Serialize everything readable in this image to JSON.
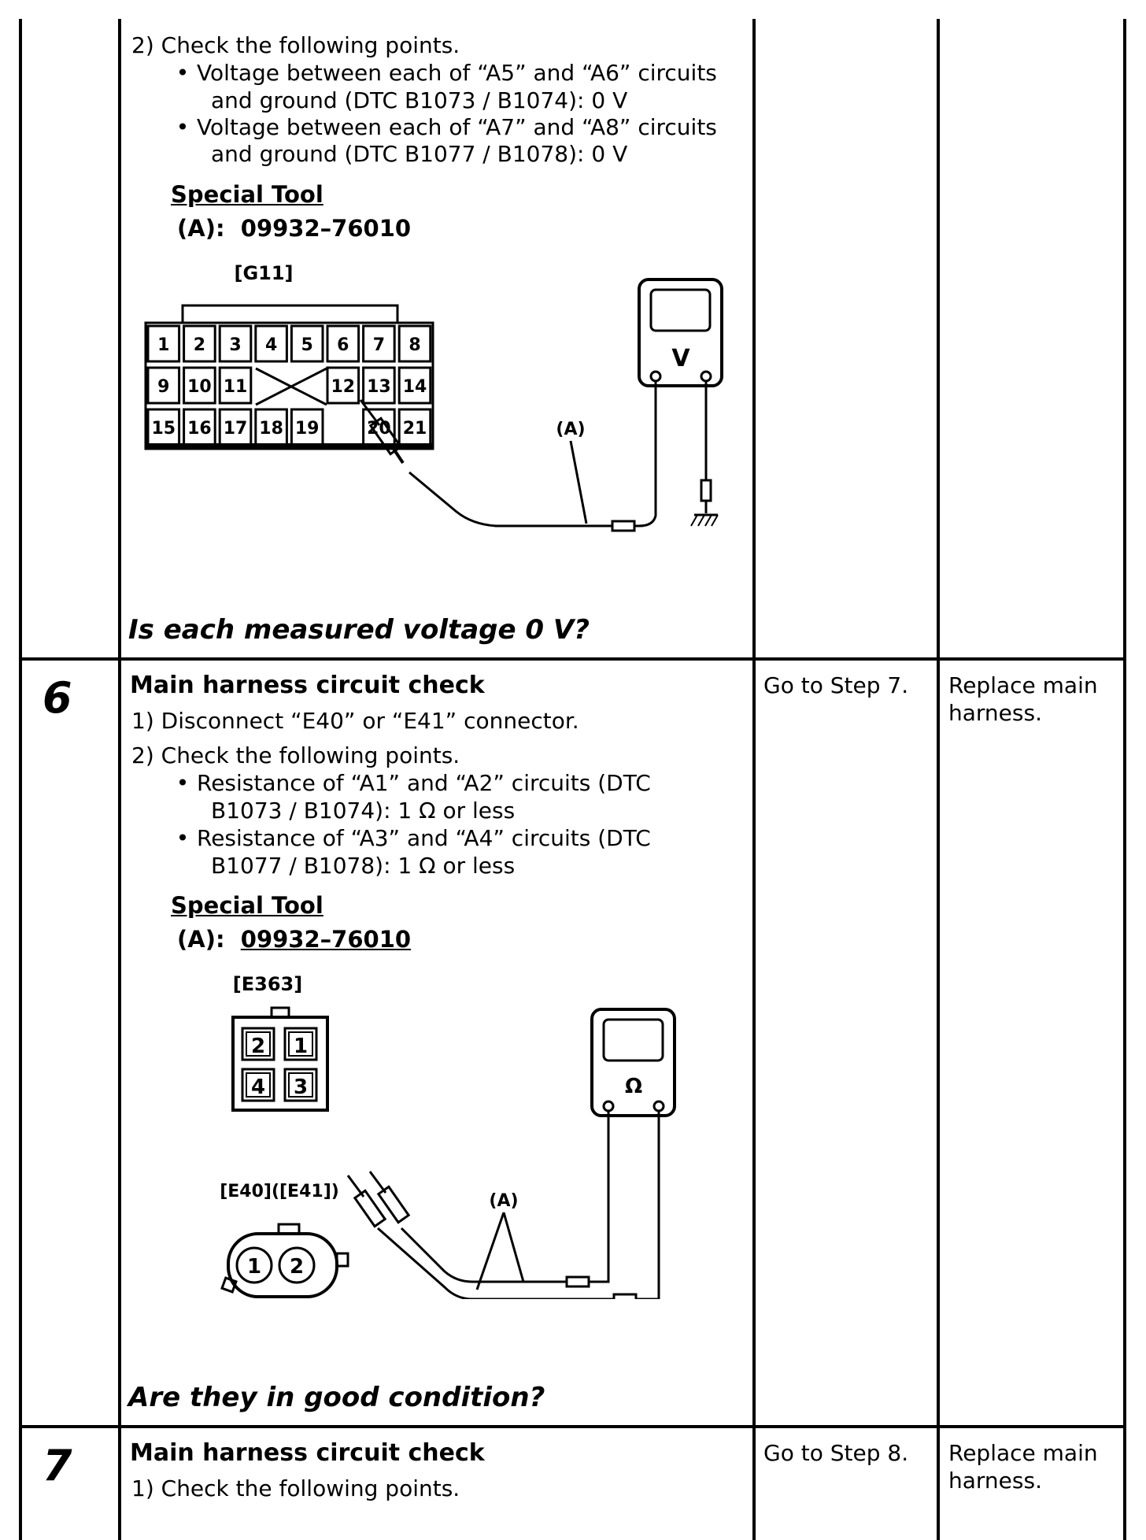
{
  "row5_cont": {
    "item2": "2)  Check the following points.",
    "b1_l1": "Voltage between each of “A5” and “A6” circuits",
    "b1_l2": "and ground (DTC B1073 / B1074): 0 V",
    "b2_l1": "Voltage between each of “A7” and “A8” circuits",
    "b2_l2": "and ground (DTC B1077 / B1078): 0 V",
    "special_tool": "Special Tool",
    "tool_label": "(A):",
    "tool_num": "09932–76010",
    "connector_label": "[G11]",
    "pins_row1": [
      "1",
      "2",
      "3",
      "4",
      "5",
      "6",
      "7",
      "8"
    ],
    "pins_row2": [
      "9",
      "10",
      "11",
      "12",
      "13",
      "14"
    ],
    "pins_row3": [
      "15",
      "16",
      "17",
      "18",
      "19",
      "20",
      "21"
    ],
    "meter_symbol": "V",
    "probe_label": "(A)",
    "question": "Is each measured voltage 0 V?"
  },
  "row6": {
    "step": "6",
    "heading": "Main harness circuit check",
    "item1": "1)  Disconnect “E40” or “E41” connector.",
    "item2": "2)  Check the following points.",
    "b1_l1": "Resistance of “A1” and “A2” circuits (DTC",
    "b1_l2": "B1073 / B1074): 1 Ω or less",
    "b2_l1": "Resistance of “A3” and “A4” circuits (DTC",
    "b2_l2": "B1077 / B1078): 1 Ω or less",
    "special_tool": "Special Tool",
    "tool_label": "(A):",
    "tool_num": "09932–76010",
    "connector1_label": "[E363]",
    "connector1_pins": [
      "2",
      "1",
      "4",
      "3"
    ],
    "connector2_label": "[E40]([E41])",
    "connector2_pins": [
      "1",
      "2"
    ],
    "meter_symbol": "Ω",
    "probe_label": "(A)",
    "question": "Are they in good condition?",
    "yes": "Go to Step 7.",
    "no_l1": "Replace main",
    "no_l2": "harness."
  },
  "row7": {
    "step": "7",
    "heading": "Main harness circuit check",
    "item1": "1)  Check the following points.",
    "yes": "Go to Step 8.",
    "no_l1": "Replace main",
    "no_l2": "harness."
  }
}
